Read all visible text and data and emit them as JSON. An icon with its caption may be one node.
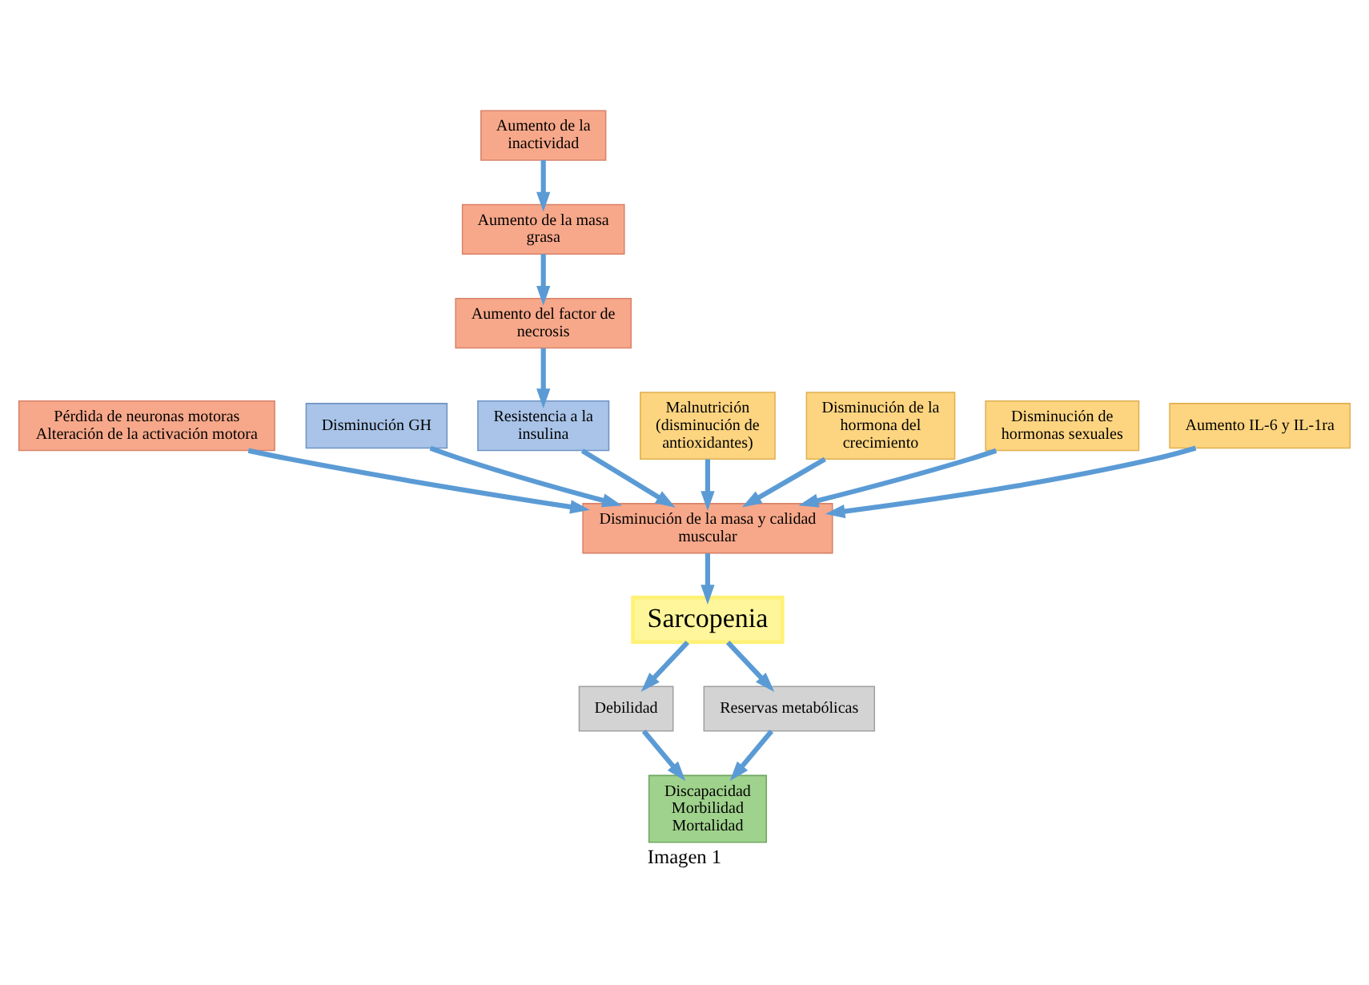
{
  "diagram": {
    "caption": "Imagen 1",
    "nodes": [
      {
        "text": [
          "Pérdida de neuronas motoras",
          "Alteración de la activación motora"
        ]
      },
      {
        "text": [
          "Disminución de la masa y calidad muscular"
        ]
      },
      {
        "text": [
          "Sarcopenia"
        ]
      },
      {
        "text": [
          "Debilidad"
        ]
      },
      {
        "text": [
          "Reservas metabólicas"
        ]
      },
      {
        "text": [
          "Discapacidad",
          "Morbilidad",
          "Mortalidad"
        ]
      },
      {
        "text": [
          "Disminución GH"
        ]
      },
      {
        "text": [
          "Resistencia a la insulina"
        ]
      },
      {
        "text": [
          "Aumento del factor de necrosis"
        ]
      },
      {
        "text": [
          "Aumento de la masa grasa"
        ]
      },
      {
        "text": [
          "Aumento de la inactividad"
        ]
      },
      {
        "text": [
          "Malnutrición (disminución de antioxidantes)"
        ]
      },
      {
        "text": [
          "Disminución de la hormona del crecimiento"
        ]
      },
      {
        "text": [
          "Disminución de hormonas sexuales"
        ]
      },
      {
        "text": [
          "Aumento IL-6 y IL-1ra"
        ]
      }
    ],
    "edges": [
      {
        "from": 0,
        "to": 1,
        "arrow": "to"
      },
      {
        "from": 6,
        "to": 1,
        "arrow": "to"
      },
      {
        "from": 7,
        "to": 1,
        "arrow": "to"
      },
      {
        "from": 11,
        "to": 1,
        "arrow": "to"
      },
      {
        "from": 12,
        "to": 1,
        "arrow": "to"
      },
      {
        "from": 13,
        "to": 1,
        "arrow": "to"
      },
      {
        "from": 14,
        "to": 1,
        "arrow": "to"
      },
      {
        "from": 1,
        "to": 2,
        "arrow": "to"
      },
      {
        "from": 2,
        "to": 3,
        "arrow": "to"
      },
      {
        "from": 2,
        "to": 4,
        "arrow": "to"
      },
      {
        "from": 3,
        "to": 5,
        "arrow": "to"
      },
      {
        "from": 4,
        "to": 5,
        "arrow": "to"
      },
      {
        "from": 10,
        "to": 9,
        "arrow": "to"
      },
      {
        "from": 9,
        "to": 8,
        "arrow": "to"
      },
      {
        "from": 8,
        "to": 7,
        "arrow": "to"
      }
    ]
  }
}
